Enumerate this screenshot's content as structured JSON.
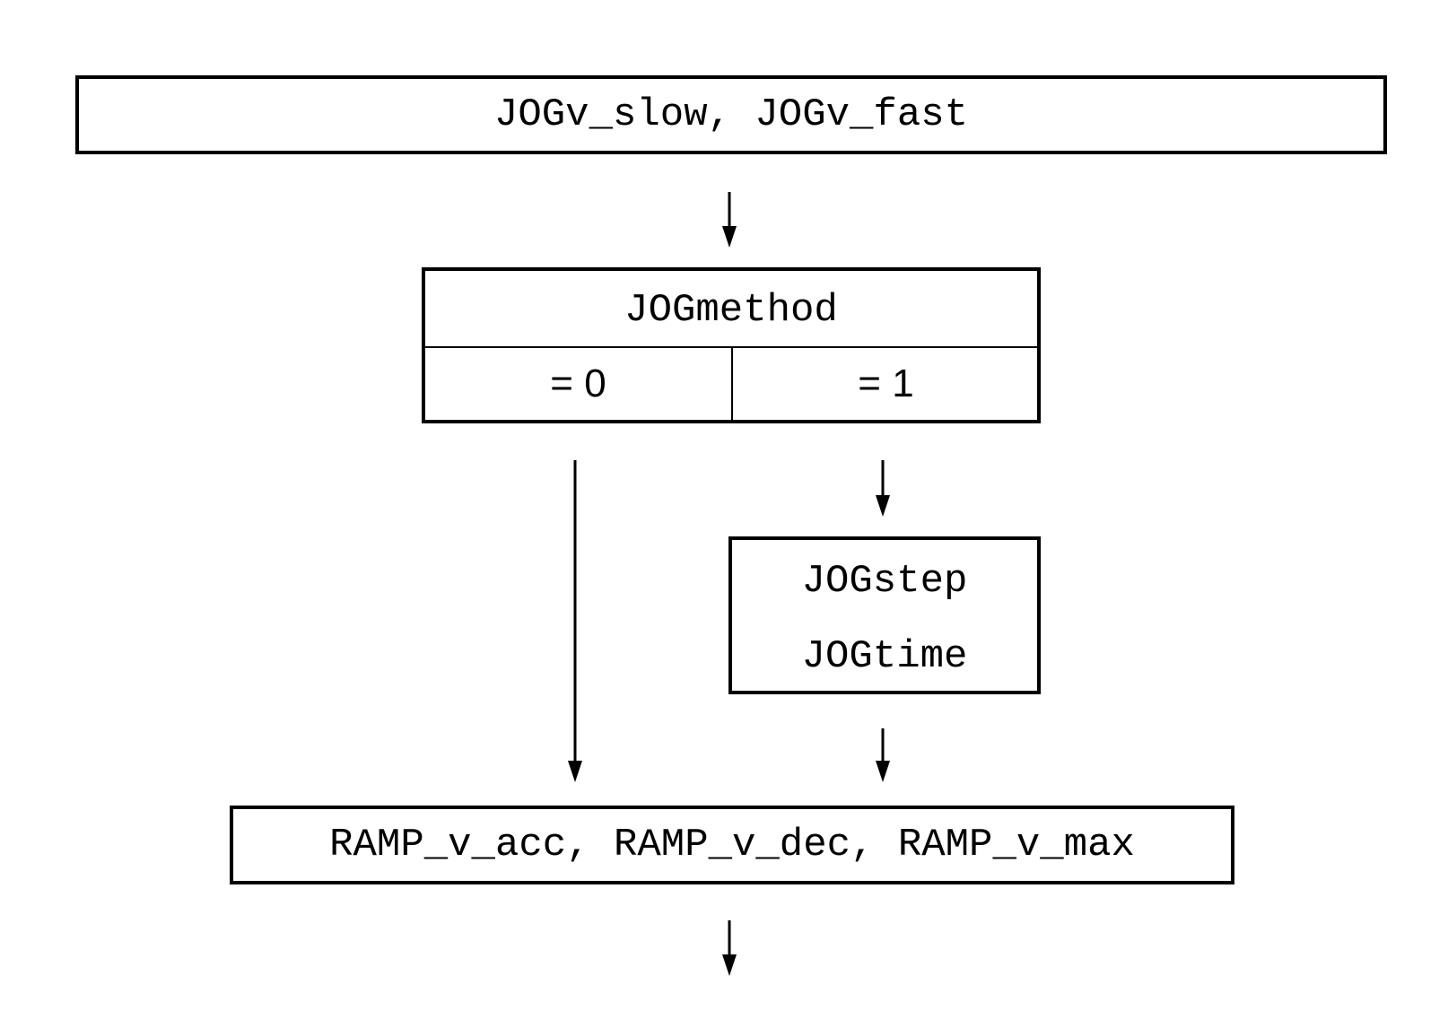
{
  "diagram": {
    "top_box": {
      "label": "JOGv_slow, JOGv_fast"
    },
    "method_box": {
      "title": "JOGmethod",
      "option_left": "= 0",
      "option_right": "= 1"
    },
    "step_box": {
      "line1": "JOGstep",
      "line2": "JOGtime"
    },
    "ramp_box": {
      "label": "RAMP_v_acc, RAMP_v_dec, RAMP_v_max"
    }
  }
}
